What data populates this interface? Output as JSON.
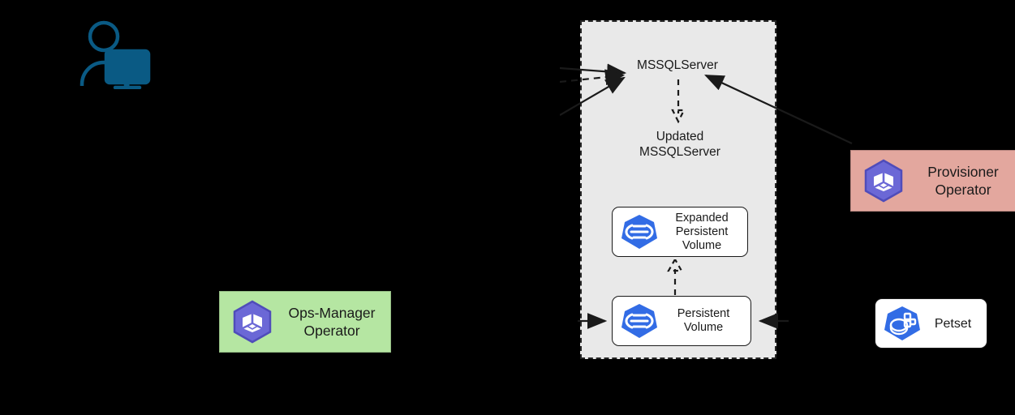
{
  "diagram": {
    "title": "MSSQLServer volume expansion flow",
    "namespace": {
      "name": "k8s-namespace-container",
      "style": "dashed",
      "background": "#e9e9e9"
    },
    "actors": [
      {
        "id": "user",
        "icon": "user-with-monitor-icon",
        "color": "#0a5a84",
        "label": ""
      }
    ],
    "nodes": [
      {
        "id": "mssqlserver",
        "label": "MSSQLServer",
        "type": "text-label"
      },
      {
        "id": "updated-mssqlserver",
        "label": "Updated\nMSSQLServer",
        "type": "text-label"
      },
      {
        "id": "expanded-persistent-volume",
        "label": "Expanded\nPersistent\nVolume",
        "type": "resource-box",
        "icon": "persistent-volume-icon",
        "icon_color": "#326ce5",
        "background": "#ffffff"
      },
      {
        "id": "persistent-volume",
        "label": "Persistent\nVolume",
        "type": "resource-box",
        "icon": "persistent-volume-icon",
        "icon_color": "#326ce5",
        "background": "#ffffff"
      },
      {
        "id": "ops-manager-operator",
        "label": "Ops-Manager\nOperator",
        "type": "operator-box",
        "icon": "operator-cube-icon",
        "icon_color": "#6b68d6",
        "background": "#b5e6a2"
      },
      {
        "id": "provisioner-operator",
        "label": "Provisioner\nOperator",
        "type": "operator-box",
        "icon": "operator-cube-icon",
        "icon_color": "#6b68d6",
        "background": "#e3a79e"
      },
      {
        "id": "petset",
        "label": "Petset",
        "type": "resource-box",
        "icon": "petset-icon",
        "icon_color": "#326ce5",
        "background": "#ffffff"
      }
    ],
    "edges": [
      {
        "id": "edge-user-to-mssqlserver",
        "from": "user",
        "to": "mssqlserver",
        "style": "solid",
        "arrow": "end"
      },
      {
        "id": "edge-dashed-to-mssqlserver",
        "from": "",
        "to": "mssqlserver",
        "style": "dashed",
        "arrow": "end"
      },
      {
        "id": "edge-ops-manager-to-mssqlserver",
        "from": "ops-manager-operator",
        "to": "mssqlserver",
        "style": "solid",
        "arrow": "end"
      },
      {
        "id": "edge-provisioner-to-mssqlserver",
        "from": "provisioner-operator",
        "to": "mssqlserver",
        "style": "solid",
        "arrow": "end"
      },
      {
        "id": "edge-mssqlserver-to-updated",
        "from": "mssqlserver",
        "to": "updated-mssqlserver",
        "style": "dashed",
        "arrow": "end"
      },
      {
        "id": "edge-pv-to-expanded-pv",
        "from": "persistent-volume",
        "to": "expanded-persistent-volume",
        "style": "dashed",
        "arrow": "end"
      },
      {
        "id": "edge-left-to-persistent-volume",
        "from": "",
        "to": "persistent-volume",
        "style": "solid",
        "arrow": "end"
      },
      {
        "id": "edge-petset-to-persistent-volume",
        "from": "petset",
        "to": "persistent-volume",
        "style": "solid",
        "arrow": "end"
      }
    ],
    "colors": {
      "background": "#000000",
      "namespace_fill": "#e9e9e9",
      "stroke": "#1a1a1a",
      "k8s_blue": "#326ce5",
      "operator_purple": "#6b68d6",
      "green_box": "#b5e6a2",
      "salmon_box": "#e3a79e",
      "user_icon": "#0a5a84"
    }
  }
}
